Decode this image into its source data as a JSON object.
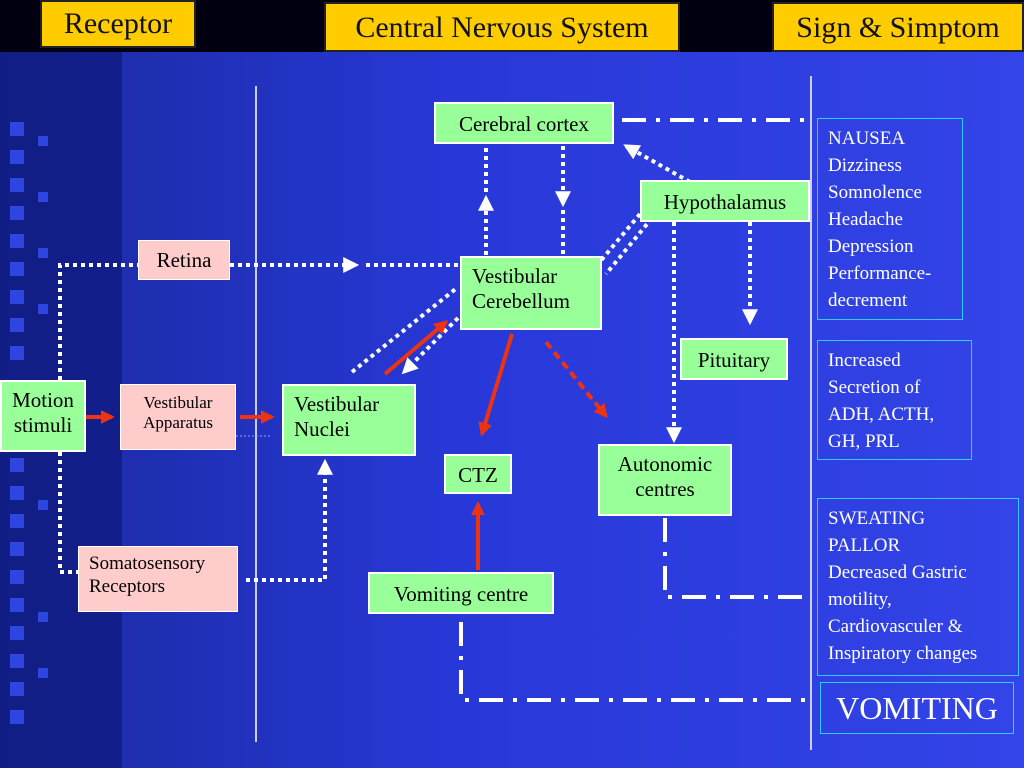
{
  "headers": {
    "receptor": "Receptor",
    "cns": "Central Nervous System",
    "sign": "Sign & Simptom"
  },
  "nodes": {
    "cerebral_cortex": "Cerebral cortex",
    "hypothalamus": "Hypothalamus",
    "retina": "Retina",
    "vestibular_cerebellum": [
      "Vestibular",
      "Cerebellum"
    ],
    "pituitary": "Pituitary",
    "motion_stimuli": [
      "Motion",
      "stimuli"
    ],
    "vestibular_apparatus": [
      "Vestibular",
      "Apparatus"
    ],
    "vestibular_nuclei": [
      "Vestibular",
      "Nuclei"
    ],
    "ctz": "CTZ",
    "autonomic_centres": [
      "Autonomic",
      "centres"
    ],
    "somatosensory_receptors": [
      "Somatosensory",
      "Receptors"
    ],
    "vomiting_centre": "Vomiting centre"
  },
  "symptoms": {
    "group1": [
      "NAUSEA",
      "Dizziness",
      "Somnolence",
      "Headache",
      "Depression",
      "Performance-",
      "decrement"
    ],
    "group2": [
      "Increased",
      "Secretion of",
      "ADH, ACTH,",
      "GH, PRL"
    ],
    "group3": [
      "SWEATING",
      "PALLOR",
      "Decreased Gastric",
      "motility,",
      "Cardiovasculer &",
      "Inspiratory changes"
    ],
    "vomiting": "VOMITING"
  },
  "colors": {
    "header_bg": "#ffcc00",
    "node_green": "#99ff99",
    "node_pink": "#ffcccc",
    "arrow_red": "#ee3311",
    "symptom_border": "#33ccff"
  }
}
